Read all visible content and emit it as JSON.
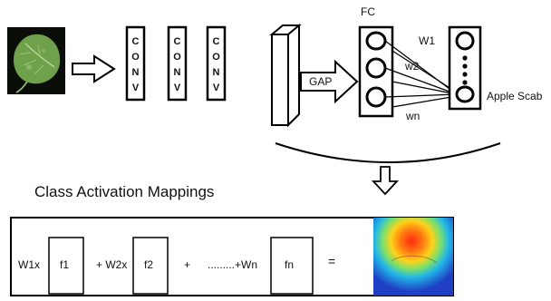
{
  "diagram": {
    "conv_letters": [
      "C",
      "O",
      "N",
      "V"
    ],
    "gap_label": "GAP",
    "fc_label": "FC",
    "weights": [
      "W1",
      "w2",
      "wn"
    ],
    "output_label": "Apple Scab",
    "section_title": "Class Activation Mappings",
    "equation": {
      "w1": "W1x",
      "f1": "f1",
      "w2": "+ W2x",
      "f2": "f2",
      "plus": "+",
      "dots": ".........+Wn",
      "fn": "fn",
      "equals": "="
    }
  },
  "icons": [
    "leaf-image",
    "heatmap-image",
    "arrow-right-icon",
    "arrow-down-icon"
  ],
  "colors": {
    "stroke": "#000000",
    "background": "#ffffff",
    "leaf": "#6fa04c",
    "heat_hot": "#e23b16"
  }
}
